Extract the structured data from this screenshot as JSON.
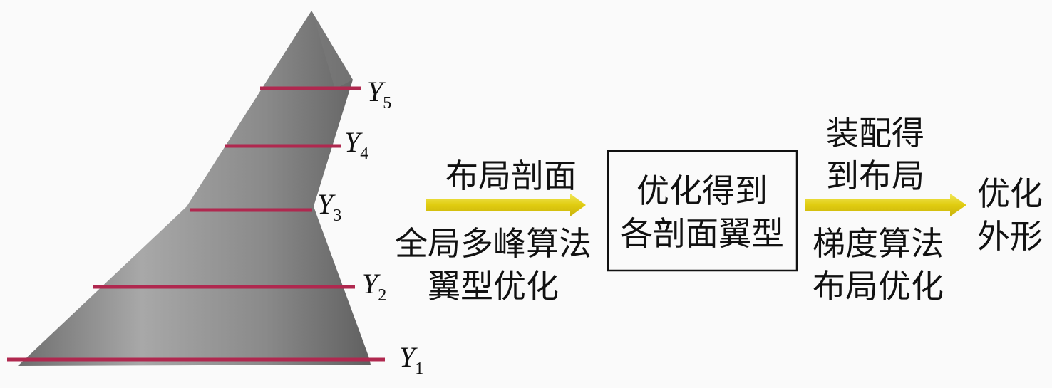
{
  "wing_sections": [
    {
      "label": "Y",
      "index": "5"
    },
    {
      "label": "Y",
      "index": "4"
    },
    {
      "label": "Y",
      "index": "3"
    },
    {
      "label": "Y",
      "index": "2"
    },
    {
      "label": "Y",
      "index": "1"
    }
  ],
  "step1": {
    "top": "布局剖面",
    "bottom": [
      "全局多峰算法",
      "翼型优化"
    ]
  },
  "box": {
    "lines": [
      "优化得到",
      "各剖面翼型"
    ]
  },
  "step2": {
    "top": [
      "装配得",
      "到布局"
    ],
    "bottom": [
      "梯度算法",
      "布局优化"
    ]
  },
  "result": {
    "lines": [
      "优化",
      "外形"
    ]
  },
  "colors": {
    "section_line": "#b0284f",
    "arrow": "#e6d21c",
    "wing": "#8c8c8c"
  }
}
